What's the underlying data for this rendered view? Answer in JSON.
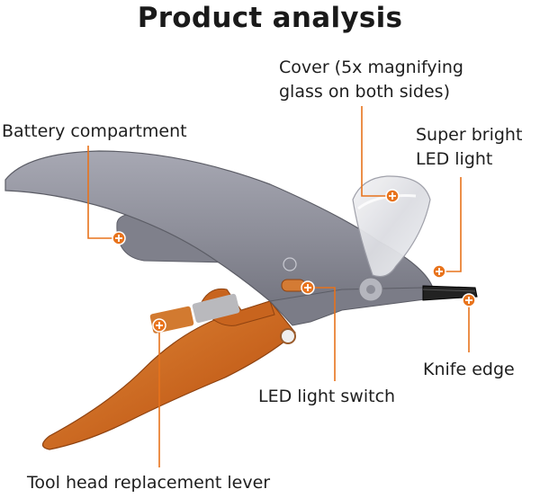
{
  "title": "Product analysis",
  "callouts": {
    "cover": [
      "Cover (5x magnifying",
      "glass on both sides)"
    ],
    "battery": "Battery compartment",
    "led_light": [
      "Super bright",
      "LED light"
    ],
    "knife": "Knife edge",
    "switch": "LED light switch",
    "lever": "Tool head replacement lever"
  },
  "colors": {
    "accent": "#e8731c",
    "body_gray": "#8e8f9a",
    "handle_orange": "#c8641e"
  }
}
